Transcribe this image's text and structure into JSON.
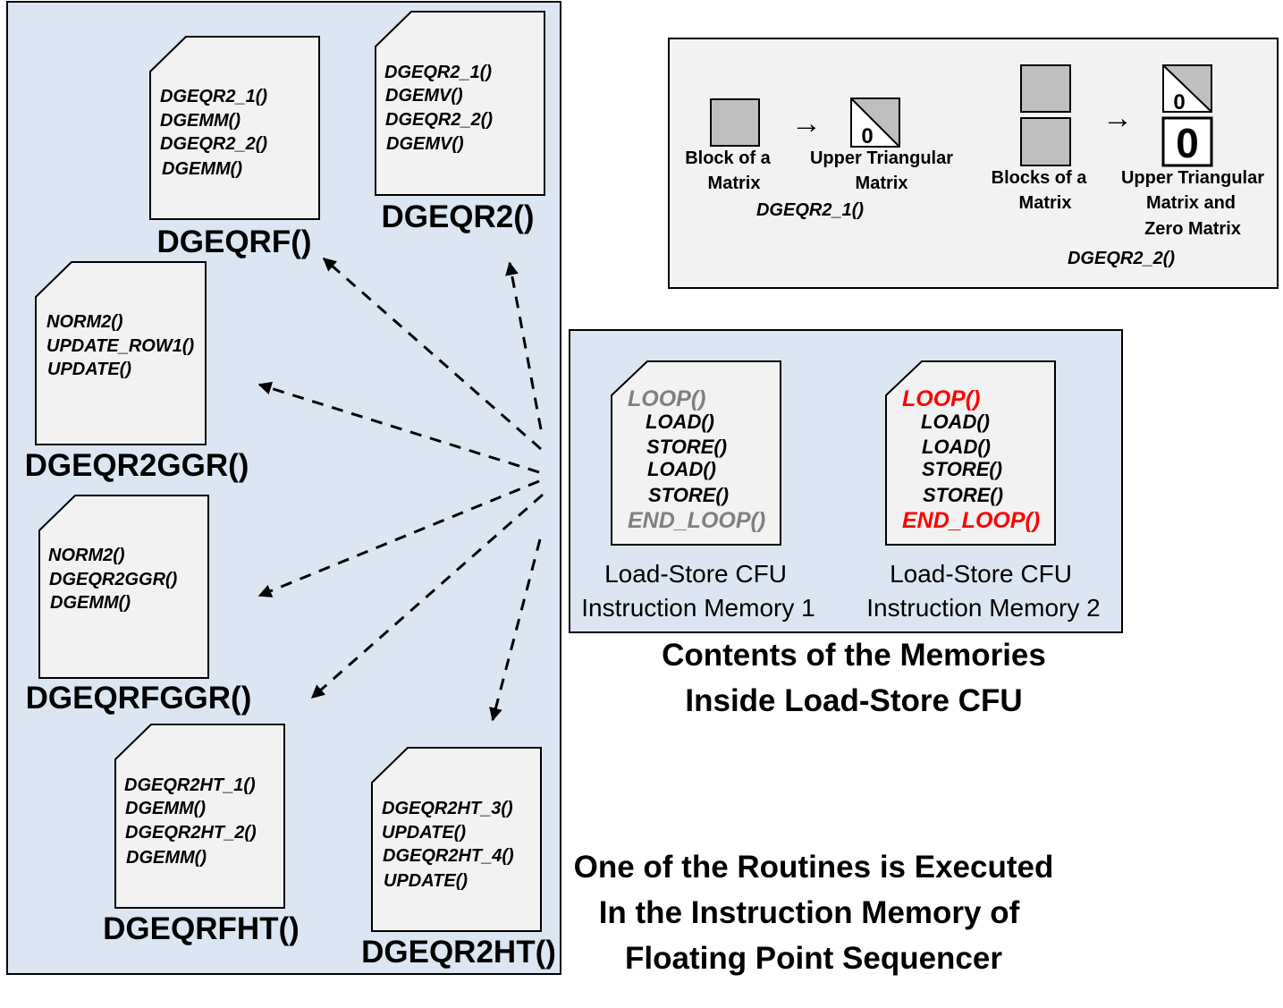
{
  "colors": {
    "panel_fill": "#dce6f2",
    "legend_fill": "#f2f2f2",
    "doc_fill": "#f2f2f2",
    "block_fill": "#bfbfbf",
    "loop_gray": "#808080",
    "loop_red": "#ff0000",
    "stroke": "#000000"
  },
  "routines": [
    {
      "name": "DGEQRF()",
      "lines": [
        "DGEQR2_1()",
        "DGEMM()",
        "DGEQR2_2()",
        "DGEMM()"
      ]
    },
    {
      "name": "DGEQR2()",
      "lines": [
        "DGEQR2_1()",
        "DGEMV()",
        "DGEQR2_2()",
        "DGEMV()"
      ]
    },
    {
      "name": "DGEQR2GGR()",
      "lines": [
        "NORM2()",
        "UPDATE_ROW1()",
        "UPDATE()"
      ]
    },
    {
      "name": "DGEQRFGGR()",
      "lines": [
        "NORM2()",
        "DGEQR2GGR()",
        "DGEMM()"
      ]
    },
    {
      "name": "DGEQRFHT()",
      "lines": [
        "DGEQR2HT_1()",
        "DGEMM()",
        "DGEQR2HT_2()",
        "DGEMM()"
      ]
    },
    {
      "name": "DGEQR2HT()",
      "lines": [
        "DGEQR2HT_3()",
        "UPDATE()",
        "DGEQR2HT_4()",
        "UPDATE()"
      ]
    }
  ],
  "legend": {
    "block_label": [
      "Block of a",
      "Matrix"
    ],
    "upper_tri_label": [
      "Upper Triangular",
      "Matrix"
    ],
    "zero_digit": "0",
    "caption_1": "DGEQR2_1()",
    "blocks_label": [
      "Blocks of a",
      "Matrix"
    ],
    "upper_zero_label": [
      "Upper Triangular",
      "Matrix and",
      "Zero Matrix"
    ],
    "caption_2": "DGEQR2_2()",
    "arrow_glyph": "→"
  },
  "memories": [
    {
      "loop": "LOOP()",
      "lines": [
        "LOAD()",
        "STORE()",
        "LOAD()",
        "STORE()"
      ],
      "end": "END_LOOP()",
      "label": [
        "Load-Store  CFU",
        "Instruction Memory 1"
      ]
    },
    {
      "loop": "LOOP()",
      "lines": [
        "LOAD()",
        "LOAD()",
        "STORE()",
        "STORE()"
      ],
      "end": "END_LOOP()",
      "label": [
        "Load-Store  CFU",
        "Instruction Memory 2"
      ]
    }
  ],
  "memories_caption": [
    "Contents of the Memories",
    "Inside Load-Store CFU"
  ],
  "bottom_caption": [
    "One of the Routines is Executed",
    "In the Instruction Memory of",
    "Floating Point Sequencer"
  ]
}
